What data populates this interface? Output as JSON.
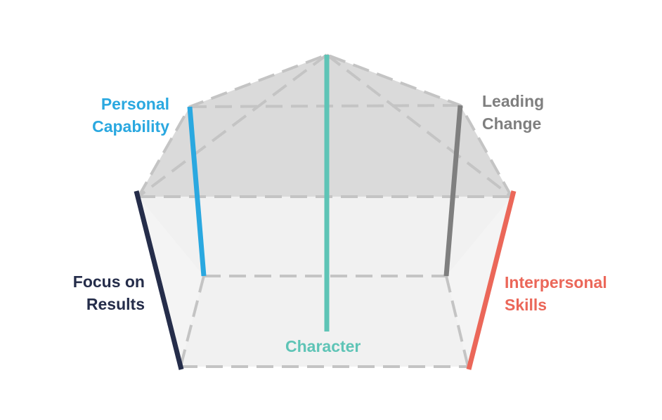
{
  "pillars": [
    {
      "id": "personal-capability",
      "lines": [
        "Personal",
        "Capability"
      ],
      "color": "#2aa8e0"
    },
    {
      "id": "leading-change",
      "lines": [
        "Leading",
        "Change"
      ],
      "color": "#7f7f7f"
    },
    {
      "id": "focus-on-results",
      "lines": [
        "Focus on",
        "Results"
      ],
      "color": "#252d4a"
    },
    {
      "id": "interpersonal-skills",
      "lines": [
        "Interpersonal",
        "Skills"
      ],
      "color": "#eb6759"
    },
    {
      "id": "character",
      "lines": [
        "Character"
      ],
      "color": "#5ec4b6"
    }
  ],
  "colors": {
    "roof_fill": "#dadada",
    "wall_fill": "#f1f1f1",
    "dash": "#c4c4c4"
  }
}
